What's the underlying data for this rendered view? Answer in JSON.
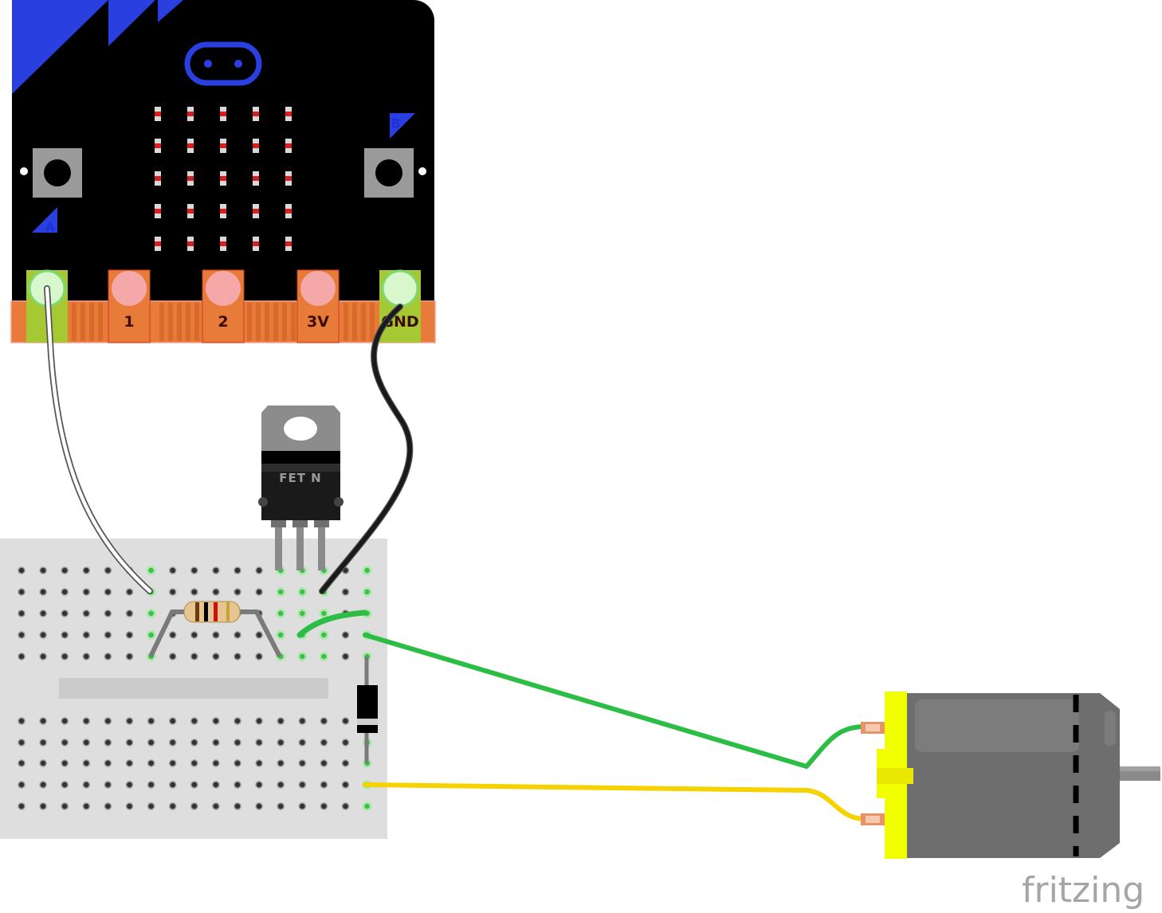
{
  "microbit": {
    "pin_labels": [
      "1",
      "2",
      "3V",
      "GND"
    ],
    "button_a_label": "A",
    "button_b_label": "B"
  },
  "mosfet": {
    "label": "FET N"
  },
  "footer": {
    "logo_text": "fritzing"
  },
  "colors": {
    "board": "#000000",
    "board_accent": "#2a3fe0",
    "edge_connector": "#e6732a",
    "pin_highlight": "#bff5b8",
    "breadboard": "#dedede",
    "wire_white": "#ffffff",
    "wire_black": "#1a1a1a",
    "wire_green": "#2bbd44",
    "wire_yellow": "#f5d200",
    "motor_body": "#6e6e6e",
    "motor_cap": "#f2ff00",
    "resistor_body": "#e6c690"
  },
  "icons": [
    "microbit-board",
    "mosfet-transistor",
    "resistor",
    "diode",
    "dc-motor",
    "breadboard"
  ]
}
